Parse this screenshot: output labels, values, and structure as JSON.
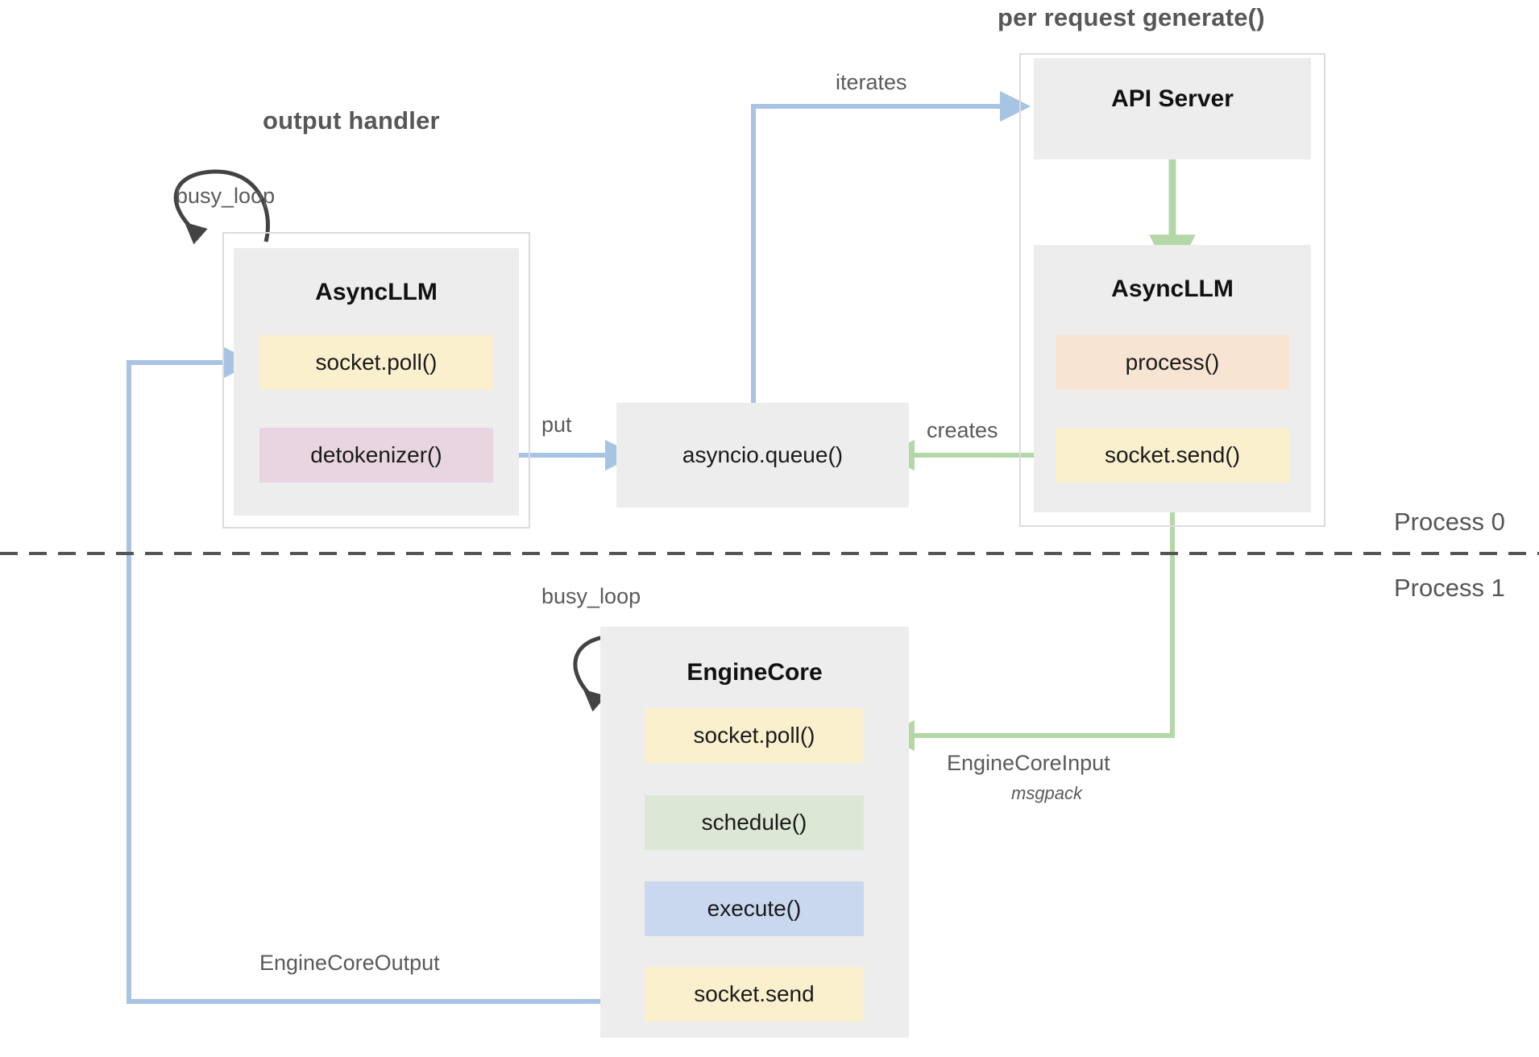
{
  "diagram": {
    "title_output_handler": "output handler",
    "title_per_request": "per request generate()",
    "process_labels": {
      "top": "Process 0",
      "bottom": "Process 1"
    }
  },
  "components": {
    "async_llm_left": {
      "name": "AsyncLLM",
      "slots": [
        {
          "label": "socket.poll()",
          "color": "#faf0ce"
        },
        {
          "label": "detokenizer()",
          "color": "#e8d5e0"
        }
      ]
    },
    "api_server": {
      "name": "API Server"
    },
    "async_llm_right": {
      "name": "AsyncLLM",
      "slots": [
        {
          "label": "process()",
          "color": "#f8e4d2"
        },
        {
          "label": "socket.send()",
          "color": "#faf0ce"
        }
      ]
    },
    "queue": {
      "name": "asyncio.queue()"
    },
    "engine_core": {
      "name": "EngineCore",
      "slots": [
        {
          "label": "socket.poll()",
          "color": "#faf0ce"
        },
        {
          "label": "schedule()",
          "color": "#dce7d5"
        },
        {
          "label": "execute()",
          "color": "#c9d8ef"
        },
        {
          "label": "socket.send",
          "color": "#faf0ce"
        }
      ]
    }
  },
  "edges": {
    "busy_loop_left": "busy_loop",
    "busy_loop_engine": "busy_loop",
    "iterates": "iterates",
    "put": "put",
    "creates": "creates",
    "engine_core_input": "EngineCoreInput",
    "engine_core_input_sub": "msgpack",
    "engine_core_output": "EngineCoreOutput"
  },
  "colors": {
    "blue_arrow": "#a8c4e5",
    "green_arrow": "#b4d7a8",
    "black_arrow": "#434343",
    "box_gray": "#ededed",
    "frame_gray": "#dcdcdc",
    "divider": "#555555",
    "title_gray": "#575757"
  }
}
